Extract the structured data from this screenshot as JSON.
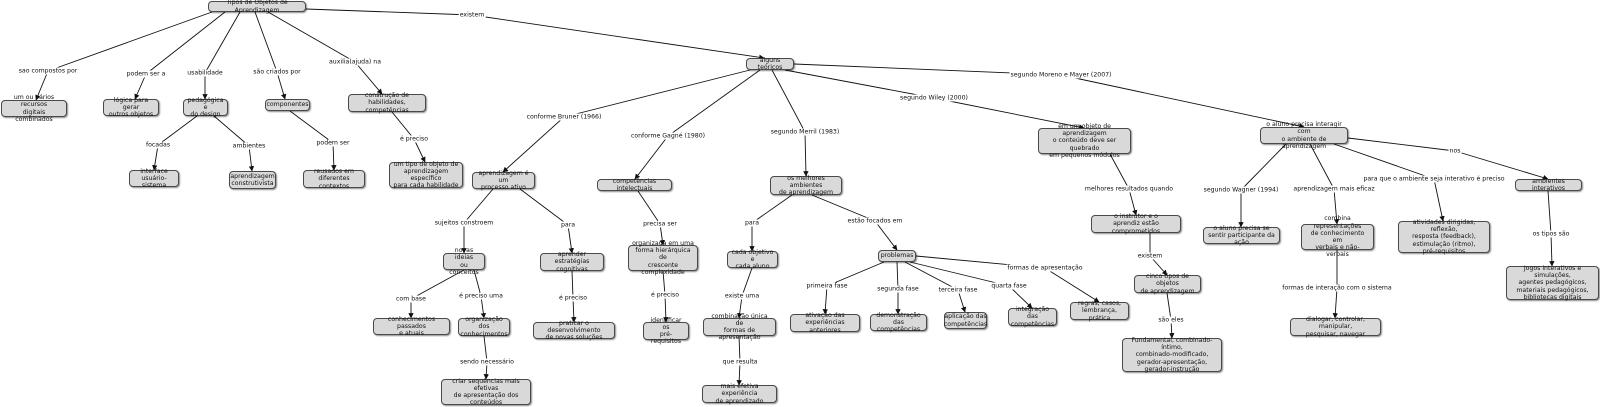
{
  "nodes": {
    "root": "Tipos de Objetos de Aprendizagem",
    "recursos": "um ou vários recursos\ndigitais combinados",
    "logica": "lógica para gerar\noutros objetos",
    "pedagogica": "pedagógica e\ndo design",
    "componentes": "componentes",
    "construcao": "construção de habilidades,\ncompetências",
    "interface": "interface\nusuário-sistema",
    "construtivista": "aprendizagem\nconstrutivista",
    "reusados": "reusados em\ndiferentes contextos",
    "tipo_objeto": "um tipo de objeto de\naprendizagem específico\npara cada habilidade",
    "teoricos": "alguns teóricos",
    "processo_ativo": "aprendizagem é um\nprocesso ativo",
    "competencias_int": "competências intelectuais",
    "melhores_amb": "os melhores ambientes\nde aprendizagem",
    "quebrado": "em um objeto de aprendizagem\no conteúdo deve ser quebrado\nem pequenos módulos",
    "interagir": "o aluno precisa interagir com\no ambiente de aprendizagem",
    "ideias": "novas ideias\nou conceitos",
    "estrategias": "aprender estratégias\ncognitivas",
    "organizada": "organizada em uma\nforma hierárquica de\ncrescente complexidade",
    "cada_obj": "cada objetivo e\ncada aluno",
    "problemas": "problemas",
    "instrutor": "o instrutor e o\naprendiz estão comprometidos",
    "cinco_tipos": "cinco tipos de objetos\nde aprendizagem",
    "participante": "o aluno precisa se\nsentir participante da ação",
    "combina": "combina representações\nde conhecimento em\nverbais e não-verbais",
    "atividades": "atividades dirigidas, reflexão,\nresposta (feedback),\nestimulação (ritmo),\npré-requisitos",
    "amb_interativos": "ambientes interativos",
    "jogos": "Jogos interativos e simulações,\nagentes pedagógicos,\nmateriais pedagógicos,\nbibliotecas digitais",
    "conhec_passados": "conhecimentos passados\ne atuais",
    "organizacao": "organização dos\nconhecimentos",
    "sequencias": "criar sequências mais efetivas\nde apresentação dos\nconteúdos",
    "praticar": "praticar o desenvolvimento\nde novas soluções",
    "identificar": "identificar os\npré-requisitos",
    "combinacao": "combinação única de\nformas de apresentação",
    "mais_efetiva": "mais efetiva experiência\nde aprendizado",
    "ativacao": "ativação das\nexperiências anteriores",
    "demonstracao": "demonstração das\ncompetências",
    "aplicacao": "aplicação das\ncompetências",
    "integracao": "integração das\ncompetências",
    "regras": "regras, casos,\nlembrança, prática",
    "fundamental": "Fundamental, combinado-íntimo,\ncombinado-modificado,\ngerador-apresentação,\ngerador-instrução",
    "dialogar": "dialogar, controlar, manipular,\npesquisar, navegar"
  },
  "labels": {
    "existem": "existem",
    "sao_compostos": "sao compostos por",
    "podem_ser_a": "podem ser a",
    "usabilidade": "usabilidade",
    "sao_criados": "são criados por",
    "auxilia": "auxilia(ajuda) na",
    "focadas": "focadas",
    "ambientes": "ambientes",
    "podem_ser": "podem ser",
    "e_preciso_1": "é preciso",
    "bruner": "conforme Bruner (1966)",
    "gagne": "conforme Gagné (1980)",
    "merril": "segundo Merril (1983)",
    "wiley": "segundo Wiley (2000)",
    "moreno": "segundo Moreno e Mayer (2007)",
    "sujeitos": "sujeitos constroem",
    "para_1": "para",
    "precisa_ser": "precisa ser",
    "para_2": "para",
    "focados": "estão focados em",
    "melhores_res": "melhores resultados quando",
    "wagner": "segundo Wagner (1994)",
    "mais_eficaz": "aprendizagem mais eficaz",
    "para_que": "para que o ambiente seja interativo é preciso",
    "nos": "nos",
    "com_base": "com base",
    "e_preciso_uma": "é preciso uma",
    "e_preciso_2": "é preciso",
    "e_preciso_3": "é preciso",
    "existe_uma": "existe uma",
    "primeira": "primeira fase",
    "segunda": "segunda fase",
    "terceira": "terceira fase",
    "quarta": "quarta fase",
    "formas_apres": "formas de apresentação",
    "existem_2": "existem",
    "sao_eles": "são eles",
    "os_tipos": "os tipos são",
    "formas_inter": "formas de interação com o sistema",
    "sendo_necessario": "sendo necessário",
    "que_resulta": "que resulta"
  }
}
